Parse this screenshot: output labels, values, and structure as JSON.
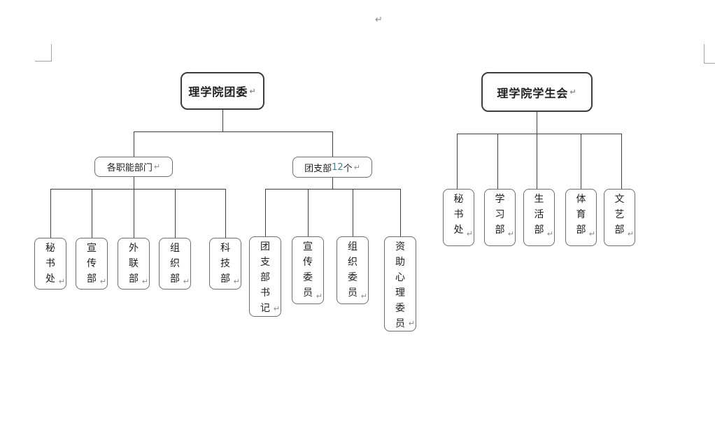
{
  "page": {
    "paragraph_mark": "↵",
    "background": "#ffffff"
  },
  "colors": {
    "number_accent": "#4d8080",
    "connector_line": "#404040",
    "box_border": "#6e6e6e",
    "mark_gray": "#8a8a8a"
  },
  "league_chart": {
    "root": "理学院团委",
    "functional_branch": {
      "label": "各职能部门",
      "children": [
        "秘书处",
        "宣传部",
        "外联部",
        "组织部",
        "科技部"
      ]
    },
    "branch_group": {
      "label_prefix": "团支部 ",
      "label_number": "12",
      "label_suffix": " 个",
      "children": [
        "团支部书记",
        "宣传委员",
        "组织委员",
        "资助心理委员"
      ]
    }
  },
  "union_chart": {
    "root": "理学院学生会",
    "children": [
      "秘书处",
      "学习部",
      "生活部",
      "体育部",
      "文艺部"
    ]
  }
}
